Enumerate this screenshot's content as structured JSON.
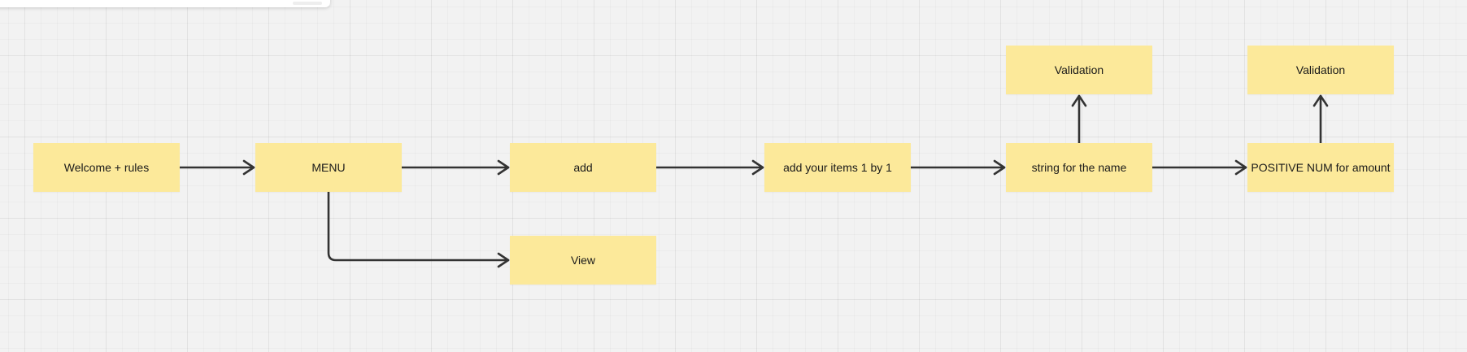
{
  "diagram": {
    "nodes": [
      {
        "id": "welcome",
        "label": "Welcome + rules"
      },
      {
        "id": "menu",
        "label": "MENU"
      },
      {
        "id": "add",
        "label": "add"
      },
      {
        "id": "items",
        "label": "add your items 1 by 1"
      },
      {
        "id": "string",
        "label": "string for the name"
      },
      {
        "id": "positive",
        "label": "POSITIVE NUM for amount"
      },
      {
        "id": "view",
        "label": "View"
      },
      {
        "id": "validation_name",
        "label": "Validation"
      },
      {
        "id": "validation_amount",
        "label": "Validation"
      }
    ],
    "edges": [
      {
        "from": "welcome",
        "to": "menu"
      },
      {
        "from": "menu",
        "to": "add"
      },
      {
        "from": "menu",
        "to": "view"
      },
      {
        "from": "add",
        "to": "items"
      },
      {
        "from": "items",
        "to": "string"
      },
      {
        "from": "string",
        "to": "positive"
      },
      {
        "from": "string",
        "to": "validation_name"
      },
      {
        "from": "positive",
        "to": "validation_amount"
      }
    ],
    "colors": {
      "note_fill": "#fce99a",
      "connector": "#333333",
      "canvas": "#f2f2f2"
    }
  }
}
